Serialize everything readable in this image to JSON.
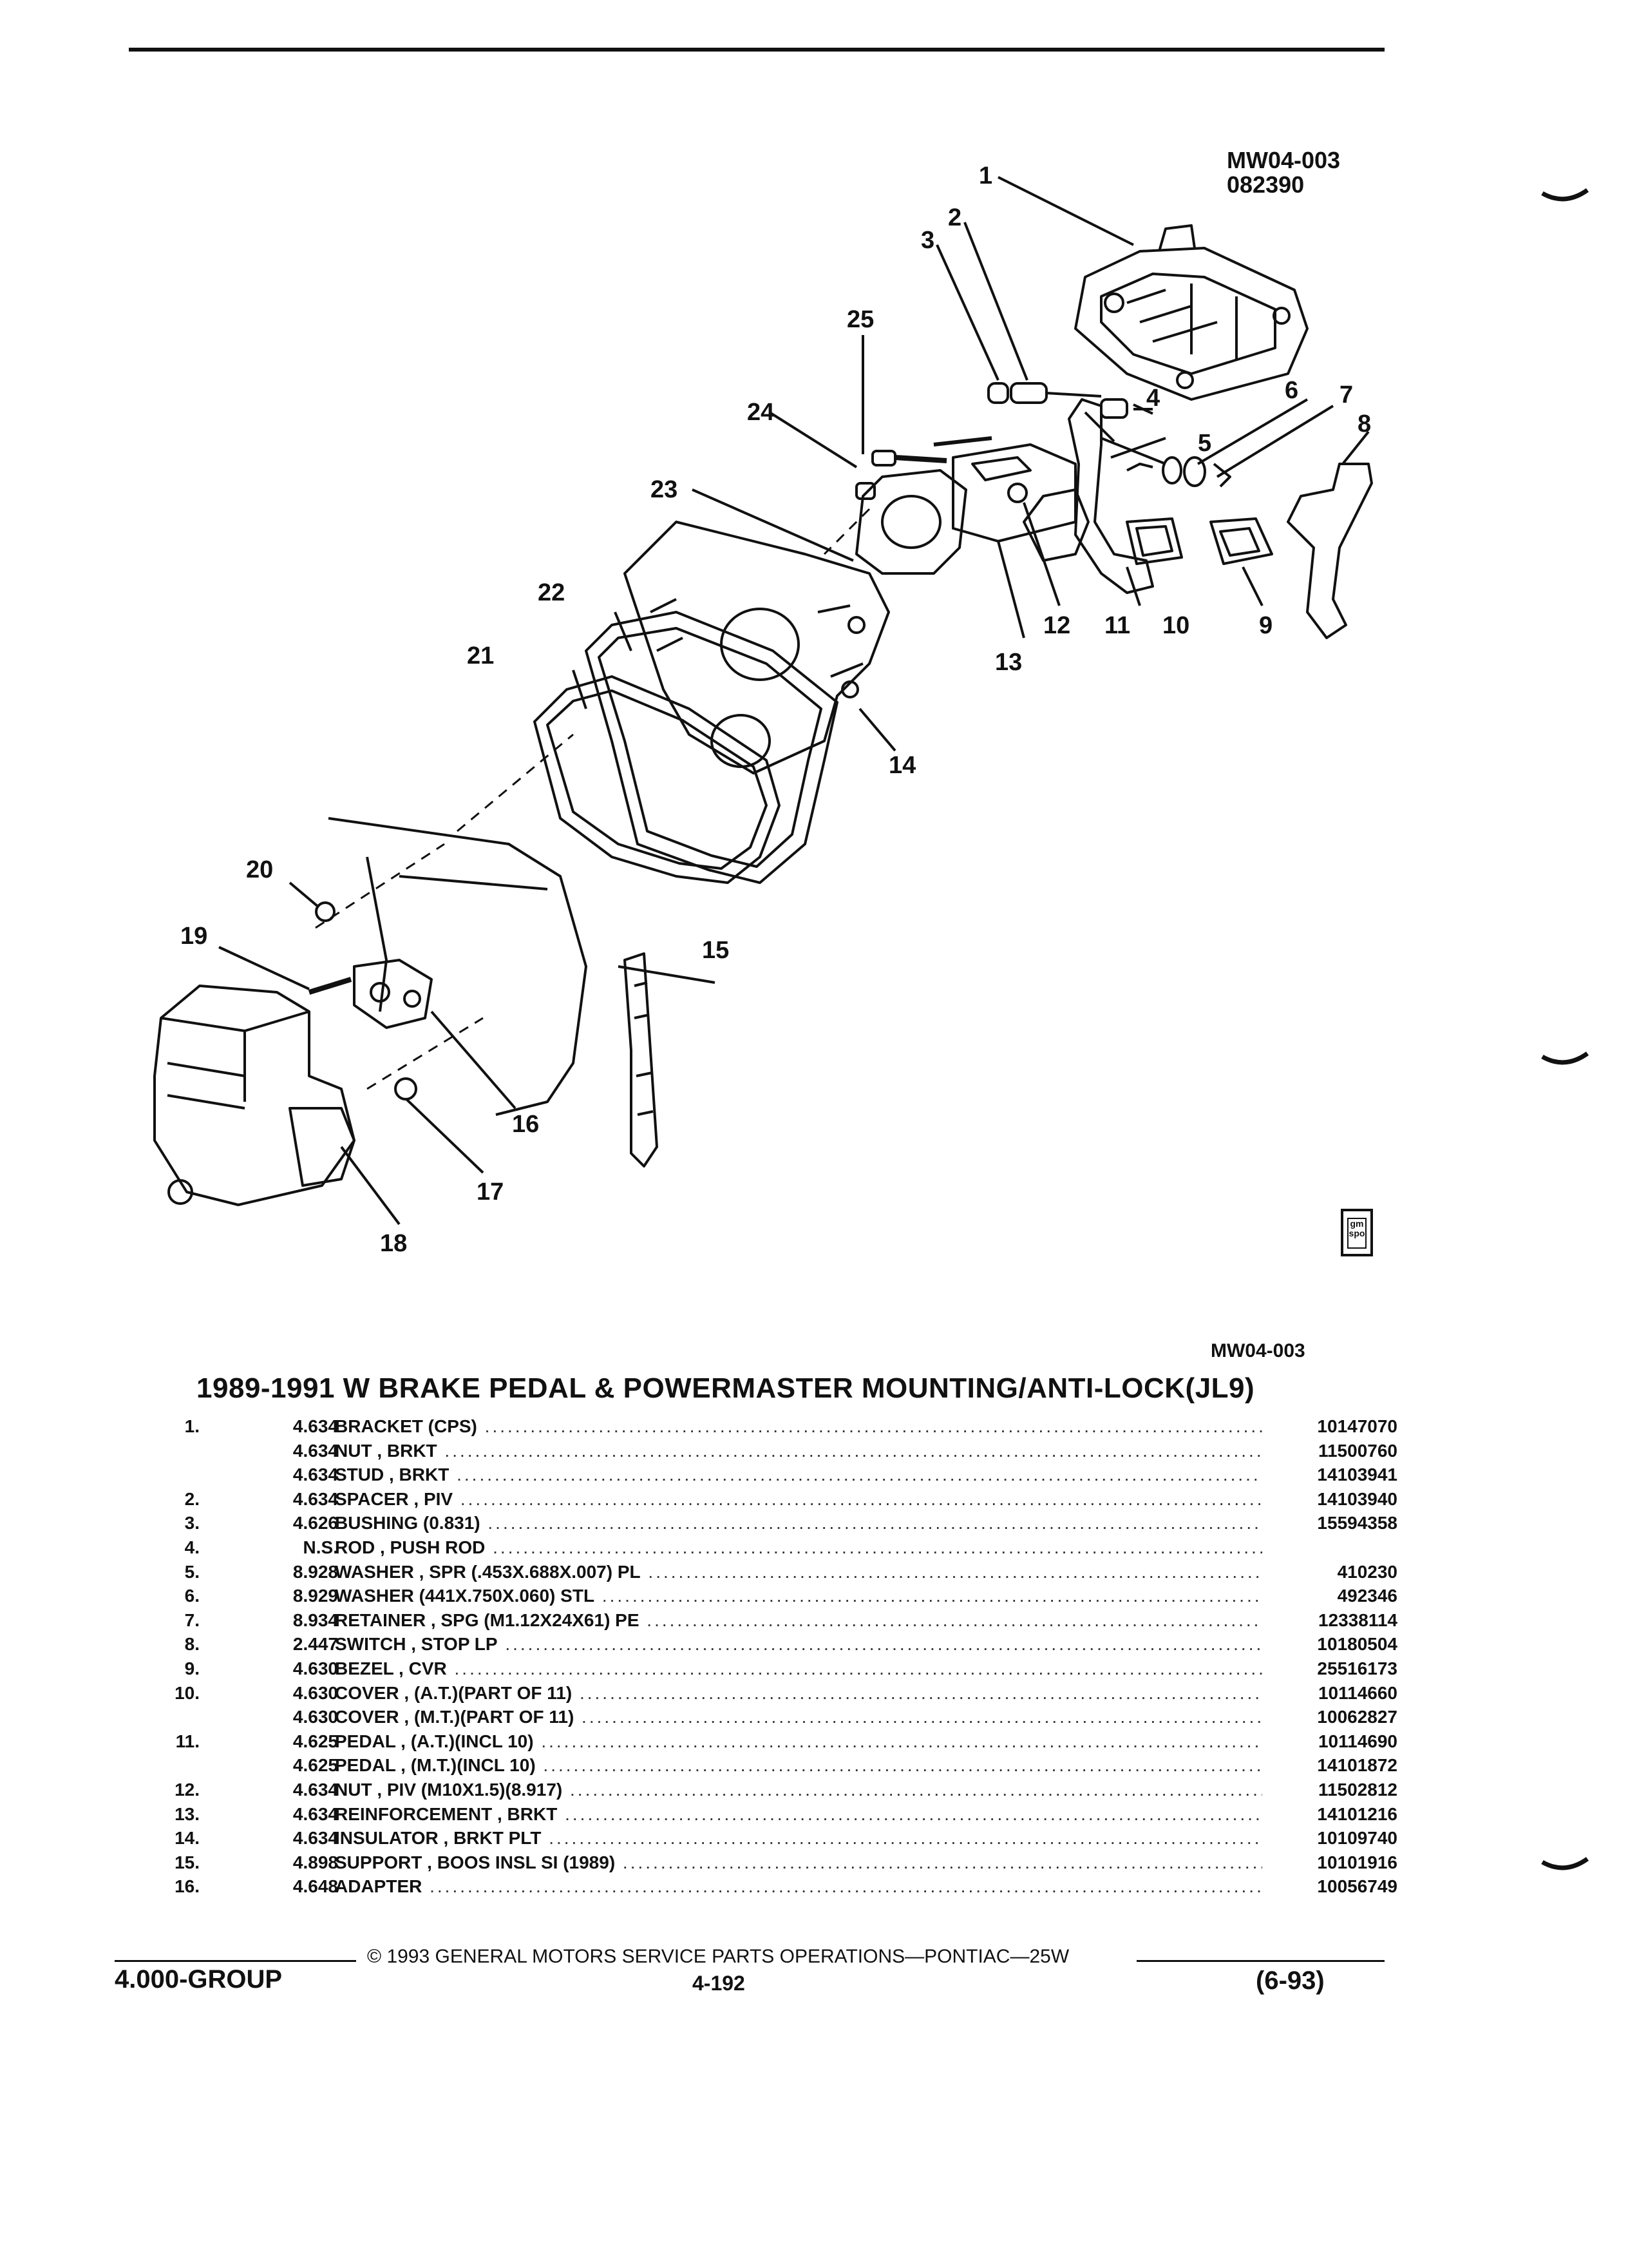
{
  "figure": {
    "code": "MW04-003",
    "date_code": "082390",
    "callouts": [
      "1",
      "2",
      "3",
      "4",
      "5",
      "6",
      "7",
      "8",
      "9",
      "10",
      "11",
      "12",
      "13",
      "14",
      "15",
      "16",
      "17",
      "18",
      "19",
      "20",
      "21",
      "22",
      "23",
      "24",
      "25"
    ]
  },
  "parts_section": {
    "figure_ref": "MW04-003",
    "title": "1989-1991 W BRAKE PEDAL & POWERMASTER MOUNTING/ANTI-LOCK(JL9)",
    "items": [
      {
        "num": "1.",
        "code": "4.634",
        "desc": "BRACKET (CPS)",
        "part": "10147070"
      },
      {
        "num": "",
        "code": "4.634",
        "desc": "NUT , BRKT",
        "part": "11500760"
      },
      {
        "num": "",
        "code": "4.634",
        "desc": "STUD , BRKT",
        "part": "14103941"
      },
      {
        "num": "2.",
        "code": "4.634",
        "desc": "SPACER , PIV",
        "part": "14103940"
      },
      {
        "num": "3.",
        "code": "4.626",
        "desc": "BUSHING (0.831)",
        "part": "15594358"
      },
      {
        "num": "4.",
        "code": "N.S.",
        "desc": "ROD , PUSH ROD",
        "part": ""
      },
      {
        "num": "5.",
        "code": "8.928",
        "desc": "WASHER , SPR (.453X.688X.007) PL",
        "part": "410230"
      },
      {
        "num": "6.",
        "code": "8.929",
        "desc": "WASHER (441X.750X.060) STL",
        "part": "492346"
      },
      {
        "num": "7.",
        "code": "8.934",
        "desc": "RETAINER , SPG (M1.12X24X61) PE",
        "part": "12338114"
      },
      {
        "num": "8.",
        "code": "2.447",
        "desc": "SWITCH , STOP LP",
        "part": "10180504"
      },
      {
        "num": "9.",
        "code": "4.630",
        "desc": "BEZEL , CVR",
        "part": "25516173"
      },
      {
        "num": "10.",
        "code": "4.630",
        "desc": "COVER , (A.T.)(PART OF 11)",
        "part": "10114660"
      },
      {
        "num": "",
        "code": "4.630",
        "desc": "COVER , (M.T.)(PART OF 11)",
        "part": "10062827"
      },
      {
        "num": "11.",
        "code": "4.625",
        "desc": "PEDAL , (A.T.)(INCL 10)",
        "part": "10114690"
      },
      {
        "num": "",
        "code": "4.625",
        "desc": "PEDAL , (M.T.)(INCL 10)",
        "part": "14101872"
      },
      {
        "num": "12.",
        "code": "4.634",
        "desc": "NUT , PIV (M10X1.5)(8.917)",
        "part": "11502812"
      },
      {
        "num": "13.",
        "code": "4.634",
        "desc": "REINFORCEMENT , BRKT",
        "part": "14101216"
      },
      {
        "num": "14.",
        "code": "4.634",
        "desc": "INSULATOR , BRKT PLT",
        "part": "10109740"
      },
      {
        "num": "15.",
        "code": "4.898",
        "desc": "SUPPORT , BOOS INSL SI (1989)",
        "part": "10101916"
      },
      {
        "num": "16.",
        "code": "4.648",
        "desc": "ADAPTER",
        "part": "10056749"
      }
    ]
  },
  "logo": {
    "text_top": "gm",
    "text_bottom": "spo"
  },
  "footer": {
    "copyright": "© 1993 GENERAL MOTORS SERVICE PARTS OPERATIONS—PONTIAC—25W",
    "group": "4.000-GROUP",
    "page": "4-192",
    "date": "(6-93)"
  }
}
